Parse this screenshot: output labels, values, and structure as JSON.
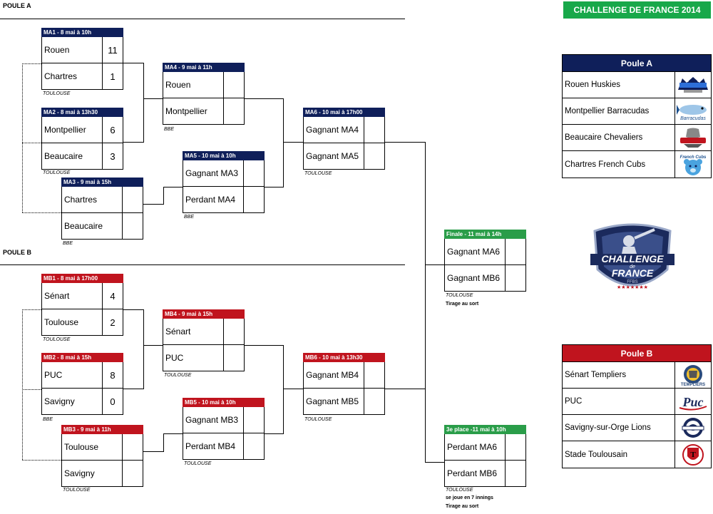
{
  "title": "CHALLENGE DE FRANCE 2014",
  "pool_a_label": "POULE A",
  "pool_b_label": "POULE B",
  "matches": {
    "ma1": {
      "header": "MA1 - 8 mai à 10h",
      "team1": "Rouen",
      "score1": "11",
      "team2": "Chartres",
      "score2": "1",
      "venue": "TOULOUSE"
    },
    "ma2": {
      "header": "MA2 - 8 mai à 13h30",
      "team1": "Montpellier",
      "score1": "6",
      "team2": "Beaucaire",
      "score2": "3",
      "venue": "TOULOUSE"
    },
    "ma3": {
      "header": "MA3 - 9 mai à 15h",
      "team1": "Chartres",
      "score1": "",
      "team2": "Beaucaire",
      "score2": "",
      "venue": "BBE"
    },
    "ma4": {
      "header": "MA4 - 9 mai à 11h",
      "team1": "Rouen",
      "score1": "",
      "team2": "Montpellier",
      "score2": "",
      "venue": "BBE"
    },
    "ma5": {
      "header": "MA5 - 10 mai à 10h",
      "team1": "Gagnant MA3",
      "score1": "",
      "team2": "Perdant MA4",
      "score2": "",
      "venue": "BBE"
    },
    "ma6": {
      "header": "MA6 - 10 mai à 17h00",
      "team1": "Gagnant MA4",
      "score1": "",
      "team2": "Gagnant MA5",
      "score2": "",
      "venue": "TOULOUSE"
    },
    "mb1": {
      "header": "MB1 - 8 mai à 17h00",
      "team1": "Sénart",
      "score1": "4",
      "team2": "Toulouse",
      "score2": "2",
      "venue": "TOULOUSE"
    },
    "mb2": {
      "header": "MB2 - 8 mai à 15h",
      "team1": "PUC",
      "score1": "8",
      "team2": "Savigny",
      "score2": "0",
      "venue": "BBE"
    },
    "mb3": {
      "header": "MB3 - 9 mai à 11h",
      "team1": "Toulouse",
      "score1": "",
      "team2": "Savigny",
      "score2": "",
      "venue": "TOULOUSE"
    },
    "mb4": {
      "header": "MB4 - 9 mai à 15h",
      "team1": "Sénart",
      "score1": "",
      "team2": "PUC",
      "score2": "",
      "venue": "TOULOUSE"
    },
    "mb5": {
      "header": "MB5 - 10 mai à 10h",
      "team1": "Gagnant MB3",
      "score1": "",
      "team2": "Perdant MB4",
      "score2": "",
      "venue": "TOULOUSE"
    },
    "mb6": {
      "header": "MB6 - 10 mai à 13h30",
      "team1": "Gagnant MB4",
      "score1": "",
      "team2": "Gagnant MB5",
      "score2": "",
      "venue": "TOULOUSE"
    },
    "finale": {
      "header": "Finale - 11 mai à 14h",
      "team1": "Gagnant MA6",
      "score1": "",
      "team2": "Gagnant MB6",
      "score2": "",
      "venue": "TOULOUSE",
      "note1": "Tirage au sort"
    },
    "third": {
      "header": "3e place -11 mai à 10h",
      "team1": "Perdant MA6",
      "score1": "",
      "team2": "Perdant MB6",
      "score2": "",
      "venue": "TOULOUSE",
      "note1": "se joue en 7 innings",
      "note2": "Tirage au sort"
    }
  },
  "pool_a": {
    "title": "Poule A",
    "color": "#0f1f5a",
    "teams": [
      "Rouen Huskies",
      "Montpellier Barracudas",
      "Beaucaire Chevaliers",
      "Chartres French Cubs"
    ],
    "logo_icons": [
      "huskies-logo-icon",
      "barracudas-logo-icon",
      "chevaliers-logo-icon",
      "french-cubs-logo-icon"
    ]
  },
  "pool_b": {
    "title": "Poule B",
    "color": "#c0141e",
    "teams": [
      "Sénart Templiers",
      "PUC",
      "Savigny-sur-Orge Lions",
      "Stade Toulousain"
    ],
    "logo_icons": [
      "templiers-logo-icon",
      "puc-logo-icon",
      "lions-logo-icon",
      "stade-toulousain-logo-icon"
    ]
  },
  "emblem": {
    "line1": "CHALLENGE",
    "line2": "de",
    "line3": "FRANCE",
    "line4": "FFBS"
  },
  "colors": {
    "pool_a": "#0f1f5a",
    "pool_b": "#c0141e",
    "final": "#2a9d49",
    "title": "#18a84a"
  }
}
